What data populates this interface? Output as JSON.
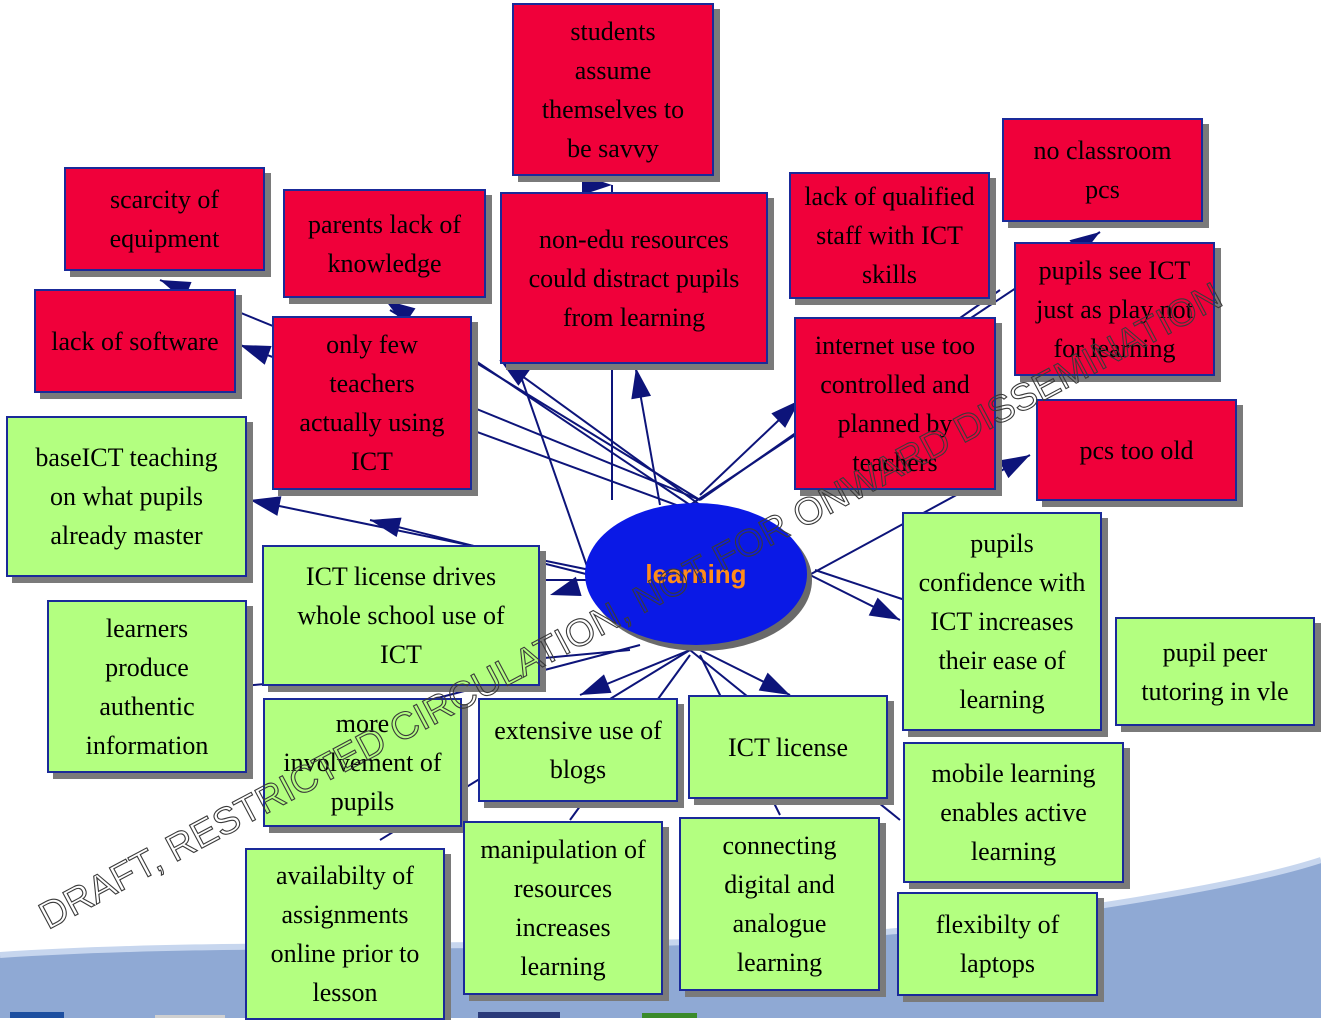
{
  "center": {
    "label": "learning",
    "color": "#0a19e6",
    "label_color": "#ff8c1a"
  },
  "colors": {
    "negative": "#f0003a",
    "positive": "#b3ff80",
    "border": "#1a2a99",
    "lines": "#0d147a"
  },
  "red_boxes": [
    {
      "id": "students-savvy",
      "text": "students\nassume\nthemselves to\nbe savvy"
    },
    {
      "id": "scarcity-equipment",
      "text": "scarcity of\nequipment"
    },
    {
      "id": "parents-knowledge",
      "text": "parents lack of\nknowledge"
    },
    {
      "id": "non-edu-resources",
      "text": "non-edu resources\ncould distract pupils\nfrom learning"
    },
    {
      "id": "qualified-staff",
      "text": "lack of qualified\nstaff with ICT\nskills"
    },
    {
      "id": "no-classroom-pcs",
      "text": "no classroom\npcs"
    },
    {
      "id": "lack-software",
      "text": "lack of software"
    },
    {
      "id": "few-teachers",
      "text": "only few\nteachers\nactually using\nICT"
    },
    {
      "id": "internet-use",
      "text": "internet use too\ncontrolled and\nplanned by\nteachers"
    },
    {
      "id": "play-not-learning",
      "text": "pupils see ICT\njust as play not\nfor learning"
    },
    {
      "id": "pcs-old",
      "text": "pcs too old"
    }
  ],
  "green_boxes": [
    {
      "id": "base-ict",
      "text": "baseICT teaching\non what pupils\nalready master"
    },
    {
      "id": "license-drives",
      "text": "ICT license drives\nwhole school use of\nICT"
    },
    {
      "id": "learners-produce",
      "text": "learners\nproduce\nauthentic\ninformation"
    },
    {
      "id": "involvement",
      "text": "more\ninvolvement of\npupils"
    },
    {
      "id": "blogs",
      "text": "extensive use of\nblogs"
    },
    {
      "id": "ict-license",
      "text": "ICT license"
    },
    {
      "id": "confidence",
      "text": "pupils\nconfidence with\nICT increases\ntheir ease of\nlearning"
    },
    {
      "id": "peer-tutoring",
      "text": "pupil peer\ntutoring in vle"
    },
    {
      "id": "mobile",
      "text": "mobile learning\nenables active\nlearning"
    },
    {
      "id": "assignments",
      "text": "availabilty of\nassignments\nonline prior to\nlesson"
    },
    {
      "id": "manipulation",
      "text": "manipulation of\nresources\nincreases\nlearning"
    },
    {
      "id": "connecting",
      "text": "connecting\ndigital and\nanalogue\nlearning"
    },
    {
      "id": "laptops",
      "text": "flexibilty of\nlaptops"
    }
  ],
  "watermark": {
    "text": "DRAFT, RESTRICTED CIRCULATION, NOT FOR ONWARD DISSEMINATION"
  }
}
